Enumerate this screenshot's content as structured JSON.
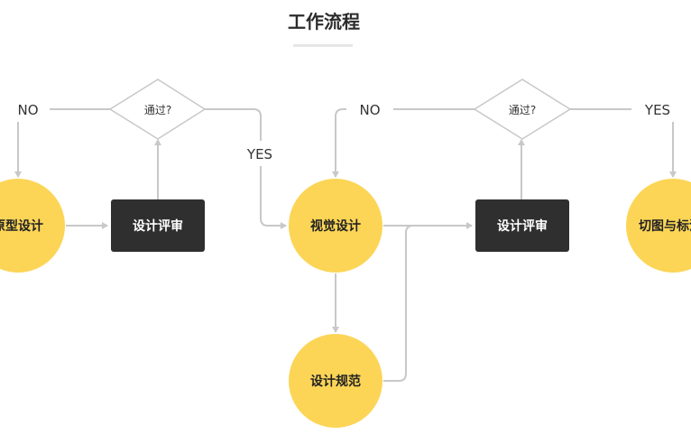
{
  "title": "工作流程",
  "colors": {
    "accent_yellow": "#FCD557",
    "box_dark": "#2F2F2F",
    "line": "#C8C8C8",
    "text": "#222222"
  },
  "nodes": {
    "prototype": "原型设计",
    "review1": "设计评审",
    "pass1": "通过?",
    "visual": "视觉设计",
    "spec": "设计规范",
    "review2": "设计评审",
    "pass2": "通过?",
    "slicing": "切图与标注"
  },
  "labels": {
    "no1": "NO",
    "yes1": "YES",
    "no2": "NO",
    "yes2": "YES"
  }
}
